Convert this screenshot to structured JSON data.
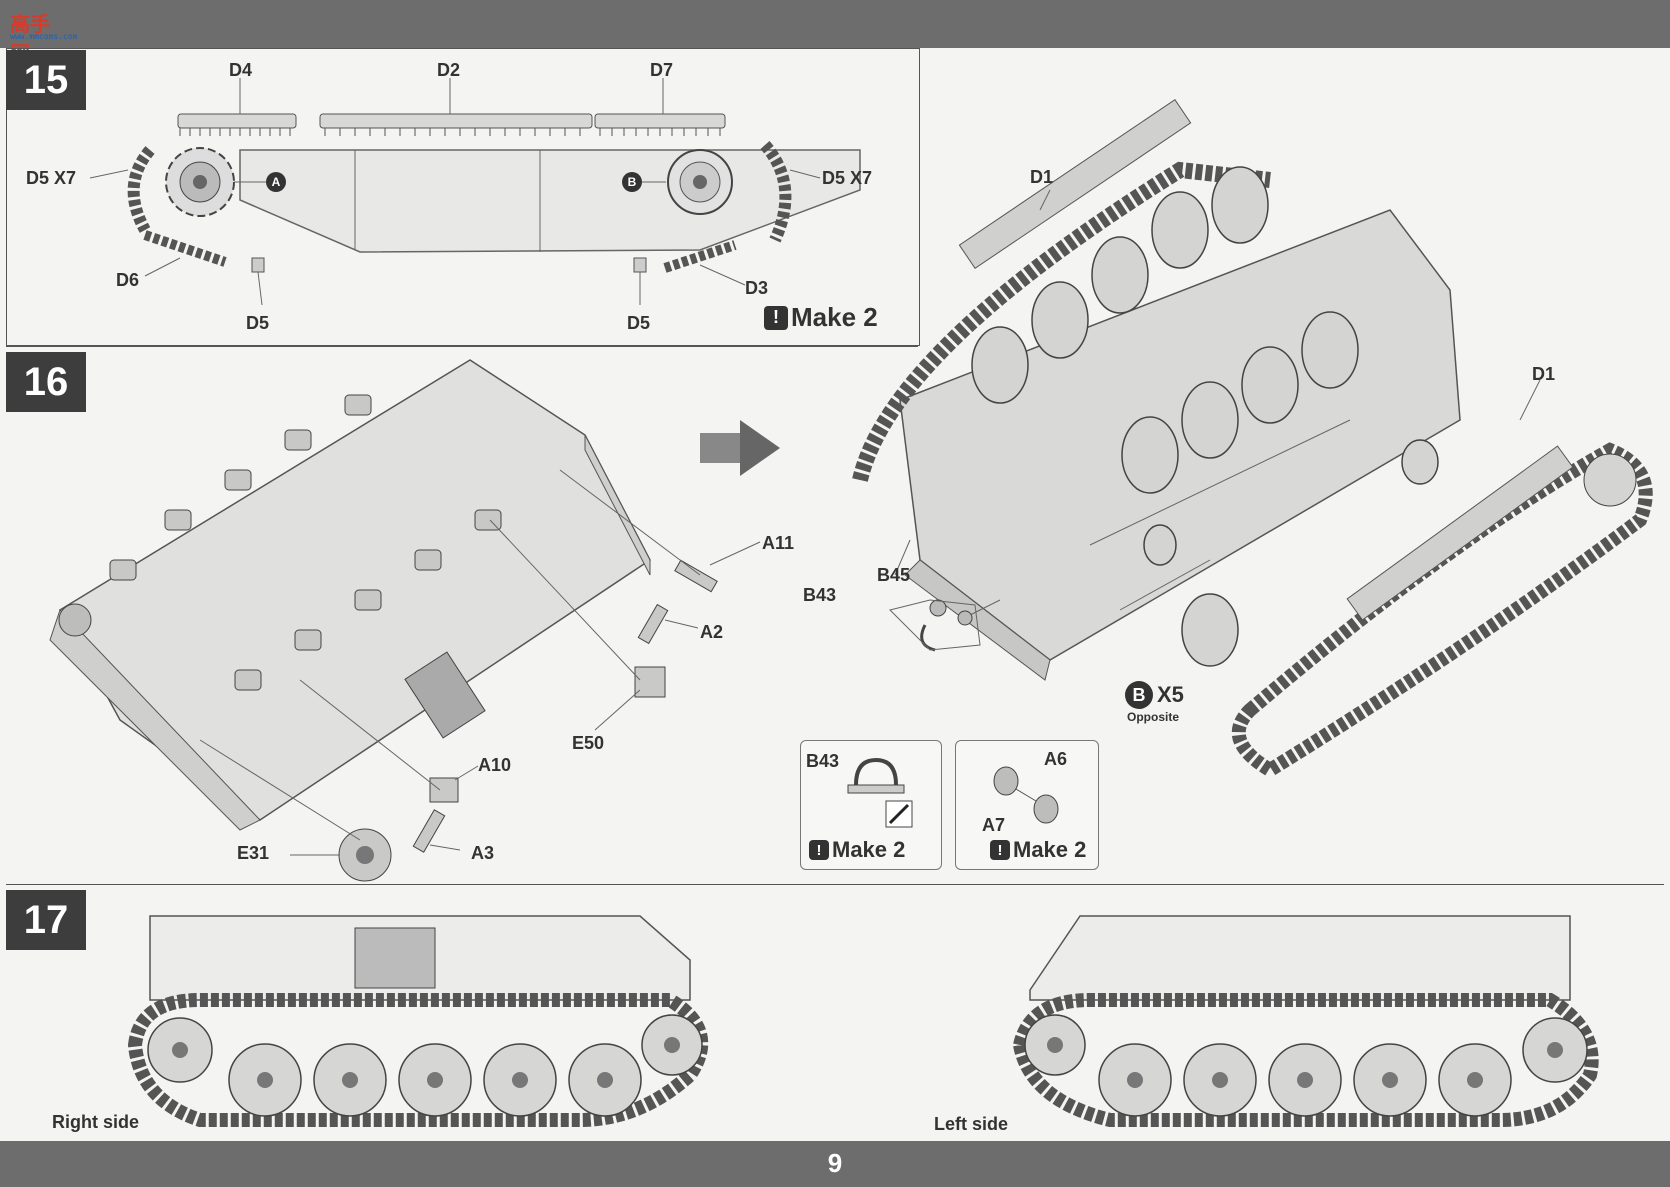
{
  "header": {
    "logo_text": "高手网",
    "logo_sub": "www.mmcoms.com"
  },
  "page_number": "9",
  "step15": {
    "number": "15",
    "labels": {
      "d4": "D4",
      "d2": "D2",
      "d7": "D7",
      "d5x7_left": "D5 X7",
      "d5x7_right": "D5 X7",
      "d6": "D6",
      "d5_left": "D5",
      "d5_right": "D5",
      "d3": "D3",
      "marker_a": "A",
      "marker_b": "B"
    },
    "make": "Make 2"
  },
  "step16": {
    "number": "16",
    "labels": {
      "a11": "A11",
      "a2": "A2",
      "e50": "E50",
      "a10": "A10",
      "a3": "A3",
      "e31": "E31",
      "d1_top": "D1",
      "d1_right": "D1",
      "b45": "B45",
      "b43": "B43",
      "bx5": "X5",
      "bx5_marker": "B",
      "opposite": "Opposite"
    },
    "inset_left": {
      "label": "B43",
      "make": "Make 2"
    },
    "inset_right": {
      "label_a6": "A6",
      "label_a7": "A7",
      "make": "Make 2"
    }
  },
  "step17": {
    "number": "17",
    "right_side": "Right side",
    "left_side": "Left side"
  },
  "icons": [
    "warning-icon",
    "arrow-right-icon"
  ]
}
